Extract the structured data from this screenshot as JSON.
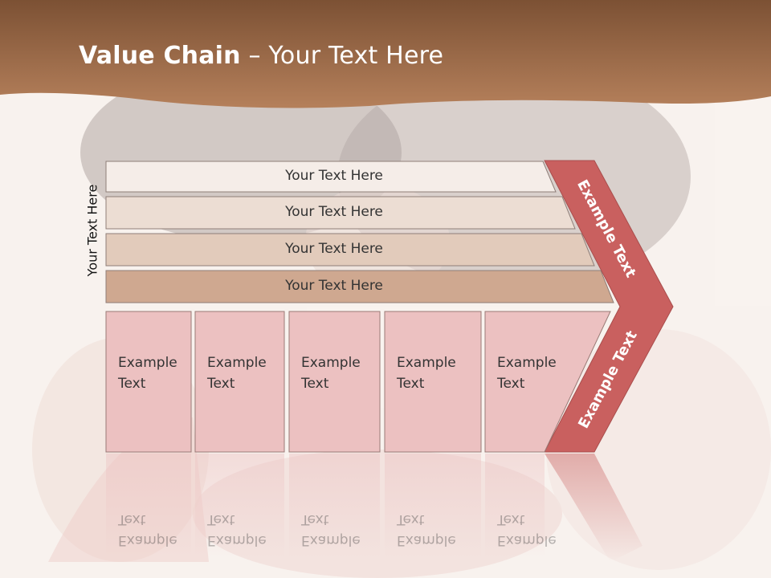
{
  "title": {
    "bold": "Value Chain",
    "rest": " – Your Text Here"
  },
  "side_label": "Your Text Here",
  "support_bars": [
    {
      "label": "Your Text Here",
      "fill": "#f5ede8"
    },
    {
      "label": "Your Text Here",
      "fill": "#ecddd3"
    },
    {
      "label": "Your Text Here",
      "fill": "#e2cbbb"
    },
    {
      "label": "Your Text Here",
      "fill": "#cfa890"
    }
  ],
  "primary_boxes": [
    {
      "line1": "Example",
      "line2": "Text"
    },
    {
      "line1": "Example",
      "line2": "Text"
    },
    {
      "line1": "Example",
      "line2": "Text"
    },
    {
      "line1": "Example",
      "line2": "Text"
    },
    {
      "line1": "Example",
      "line2": "Text"
    }
  ],
  "margin_labels": {
    "upper": "Example Text",
    "lower": "Example Text"
  },
  "colors": {
    "header": "#a8714f",
    "arrow": "#c9605f",
    "box": "#ecc1c1",
    "box_border": "#9a7a76"
  }
}
